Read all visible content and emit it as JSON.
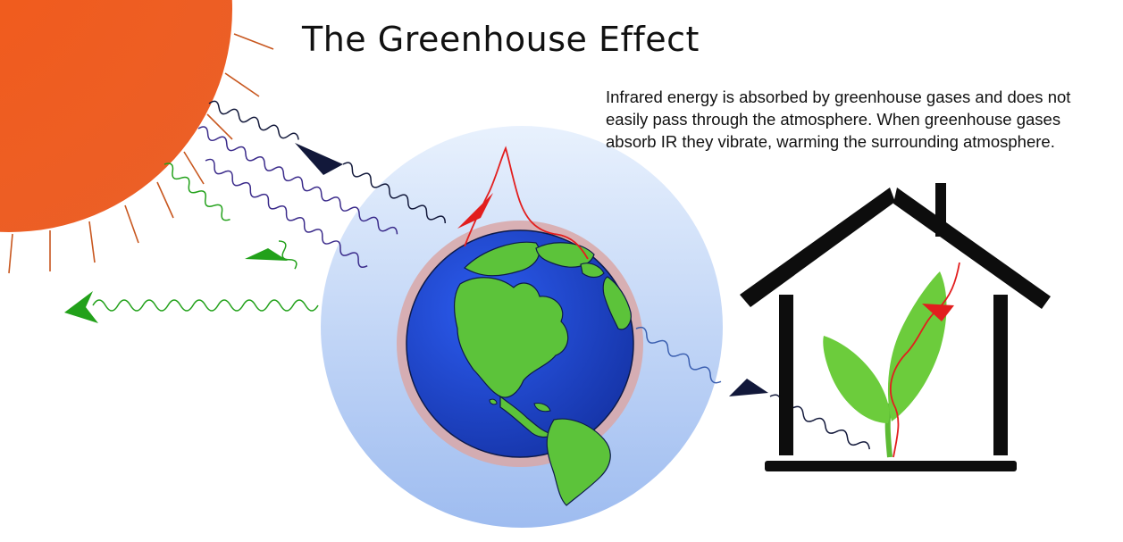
{
  "title": "The Greenhouse Effect",
  "description": {
    "lines": [
      "Infrared energy is absorbed by greenhouse gases and does not",
      "easily pass through the atmosphere. When greenhouse gases",
      "absorb IR they vibrate, warming the surrounding atmosphere."
    ]
  },
  "illustration": {
    "sun": "sun-icon",
    "earth": "earth-globe-icon",
    "house": "greenhouse-house-icon",
    "plant": "plant-icon"
  },
  "colors": {
    "sun": "#f25a1a",
    "sun_rays": "#c8571f",
    "atmosphere": "#cfe0f8",
    "ocean": "#1a3fc4",
    "land": "#5cc33a",
    "earth_halo": "#d9a7a7",
    "visible_wave": "#3a2a8a",
    "dark_wave": "#12183a",
    "reflected_wave": "#22a11a",
    "infrared_wave": "#e21e1e",
    "house": "#0d0d0d",
    "leaf": "#6ccc3c"
  }
}
